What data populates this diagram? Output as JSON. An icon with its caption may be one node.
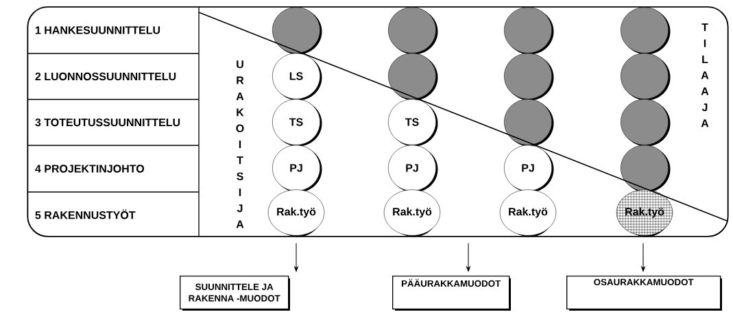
{
  "diagram": {
    "nodes": [
      {
        "text": [],
        "shape": "box"
      },
      {
        "text": [
          "1 HANKESUUNNITTELU"
        ],
        "in": 0
      },
      {
        "text": [
          "2 LUONNOSSUUNNITTELU"
        ],
        "in": 0
      },
      {
        "text": [
          "3 TOTEUTUSSUUNNITTELU"
        ],
        "in": 0
      },
      {
        "text": [
          "4 PROJEKTINJOHTO"
        ],
        "in": 0
      },
      {
        "text": [
          "5 RAKENNUSTYÖT"
        ],
        "in": 0
      },
      {
        "text": [],
        "shape": "circle",
        "in": 0
      },
      {
        "text": [],
        "shape": "circle",
        "in": 0
      },
      {
        "text": [],
        "shape": "circle",
        "in": 0
      },
      {
        "text": [],
        "shape": "circle",
        "in": 0
      },
      {
        "text": [
          "LS"
        ],
        "in": 0
      },
      {
        "text": [],
        "shape": "circle",
        "in": 0
      },
      {
        "text": [],
        "shape": "circle",
        "in": 0
      },
      {
        "text": [],
        "shape": "circle",
        "in": 0
      },
      {
        "text": [
          "TS"
        ],
        "in": 0
      },
      {
        "text": [
          "TS"
        ],
        "in": 0
      },
      {
        "text": [],
        "shape": "circle",
        "in": 0
      },
      {
        "text": [],
        "shape": "circle",
        "in": 0
      },
      {
        "text": [
          "PJ"
        ],
        "in": 0
      },
      {
        "text": [
          "PJ"
        ],
        "in": 0
      },
      {
        "text": [
          "PJ"
        ],
        "in": 0
      },
      {
        "text": [],
        "shape": "circle",
        "in": 0
      },
      {
        "text": [
          "Rak.työ"
        ],
        "in": 0
      },
      {
        "text": [
          "Rak.työ"
        ],
        "in": 0
      },
      {
        "text": [
          "Rak.työ"
        ],
        "in": 0
      },
      {
        "text": [
          "Rak.työ"
        ],
        "in": 0
      },
      {
        "text": [
          "SUUNNITTELE JA RAKENNA -MUODOT"
        ]
      },
      {
        "text": [
          "PÄÄURAKKAMUODOT"
        ]
      },
      {
        "text": [
          "OSAURAKKAMUODOT"
        ]
      }
    ],
    "edges": [
      {
        "from": 0,
        "to": 26,
        "arrow": "to"
      },
      {
        "from": 0,
        "to": 27,
        "arrow": "to"
      },
      {
        "from": 0,
        "to": 28,
        "arrow": "to"
      }
    ],
    "labels": [
      "URAKOITSIJA",
      "TILAAJA"
    ]
  }
}
